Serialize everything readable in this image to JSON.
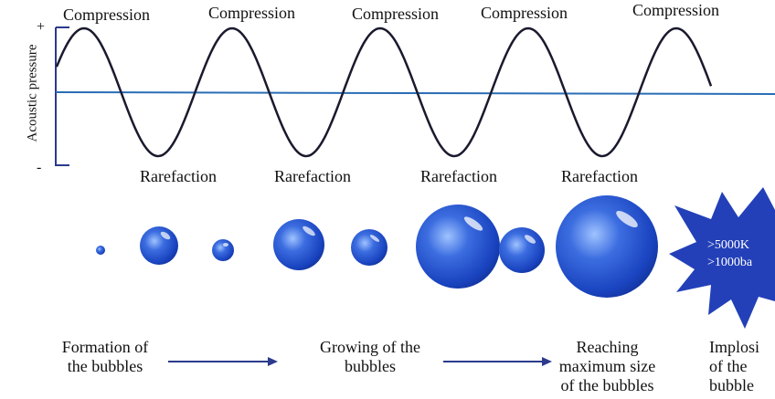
{
  "wave": {
    "y_axis_label": "Acoustic pressure",
    "plus_sign": "+",
    "minus_sign": "-",
    "compression_labels": [
      "Compression",
      "Compression",
      "Compression",
      "Compression",
      "Compression"
    ],
    "rarefaction_labels": [
      "Rarefaction",
      "Rarefaction",
      "Rarefaction",
      "Rarefaction"
    ]
  },
  "stages": {
    "formation": "Formation of\nthe bubbles",
    "growing": "Growing of the\nbubbles",
    "reaching": "Reaching\nmaximum size\nof the bubbles",
    "imploding": "Implosi\nof the\nbubble"
  },
  "implosion": {
    "temperature": ">5000K",
    "pressure": ">1000ba"
  },
  "colors": {
    "wave": "#1a1a2e",
    "baseline": "#2a6db5",
    "axis": "#2b3a8c",
    "bubble": "#1f4fc6",
    "arrow": "#2b3a8c",
    "burst": "#2340b8"
  }
}
